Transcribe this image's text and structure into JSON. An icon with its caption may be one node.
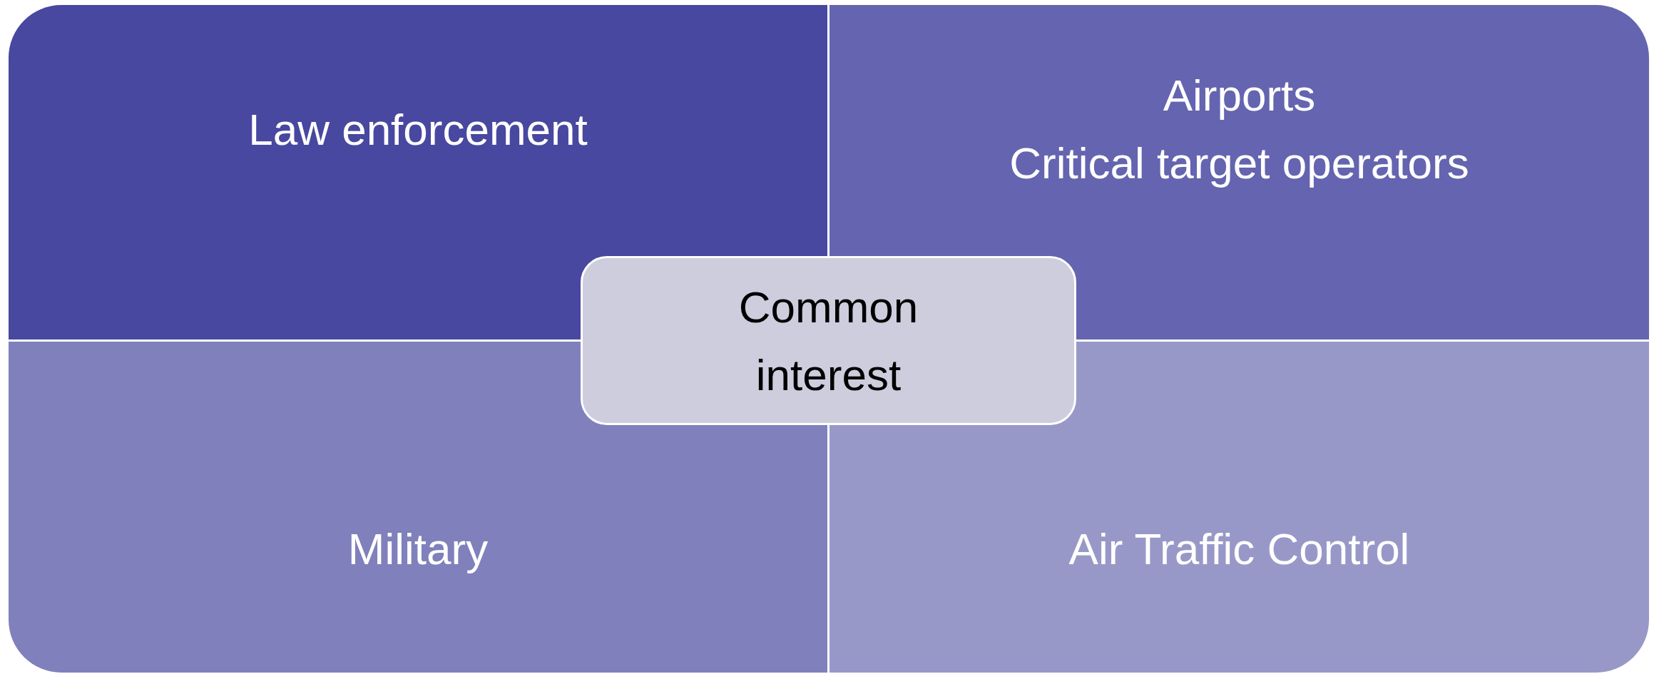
{
  "diagram": {
    "nodes": [
      {
        "text": [
          "Law enforcement"
        ]
      },
      {
        "text": [
          "Airports",
          "Critical target operators"
        ]
      },
      {
        "text": [
          "Military"
        ]
      },
      {
        "text": [
          "Air Traffic Control"
        ]
      },
      {
        "text": [
          "Common interest"
        ]
      }
    ]
  }
}
